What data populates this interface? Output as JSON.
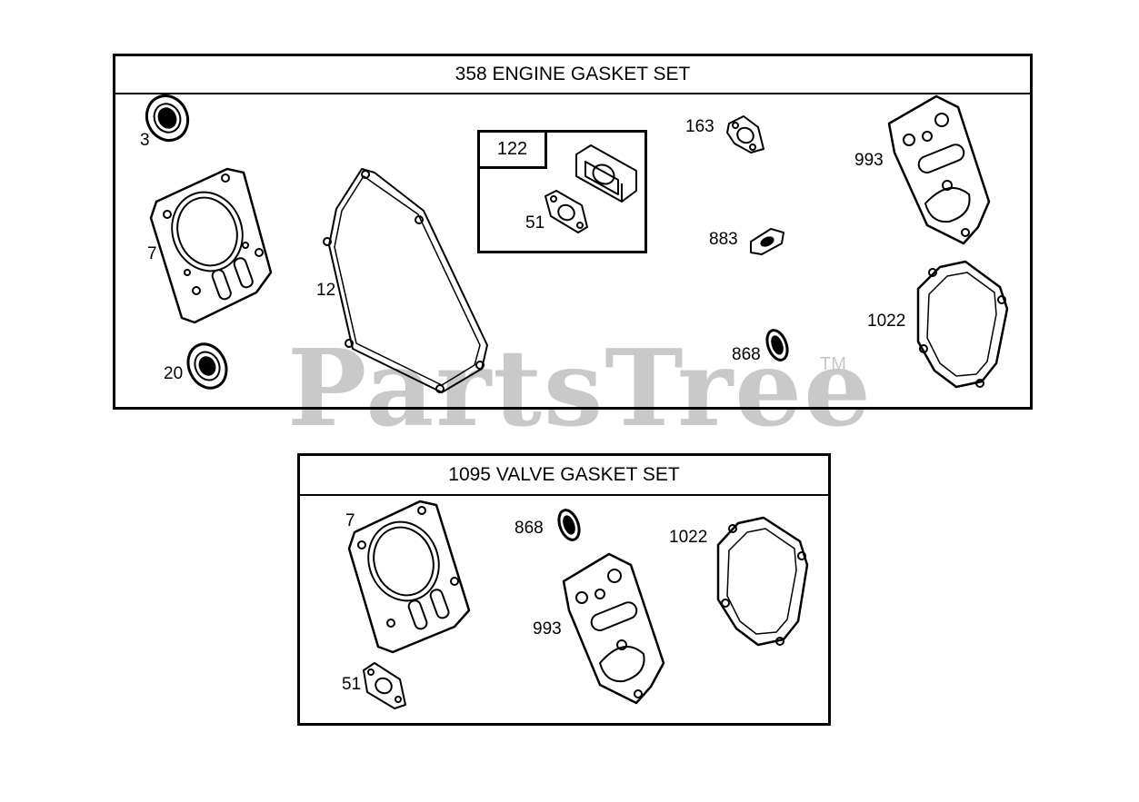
{
  "watermark": {
    "brand": "PartsTree",
    "trademark": "TM"
  },
  "engine_set": {
    "title": "358 ENGINE GASKET SET",
    "sub_kit_label": "122",
    "callouts": {
      "c3": "3",
      "c7": "7",
      "c20": "20",
      "c12": "12",
      "c51": "51",
      "c163": "163",
      "c883": "883",
      "c868": "868",
      "c993": "993",
      "c1022": "1022"
    }
  },
  "valve_set": {
    "title": "1095 VALVE GASKET SET",
    "callouts": {
      "c7": "7",
      "c868": "868",
      "c1022": "1022",
      "c993": "993",
      "c51": "51"
    }
  },
  "colors": {
    "line": "#000000",
    "watermark": "#c9c9c9"
  }
}
